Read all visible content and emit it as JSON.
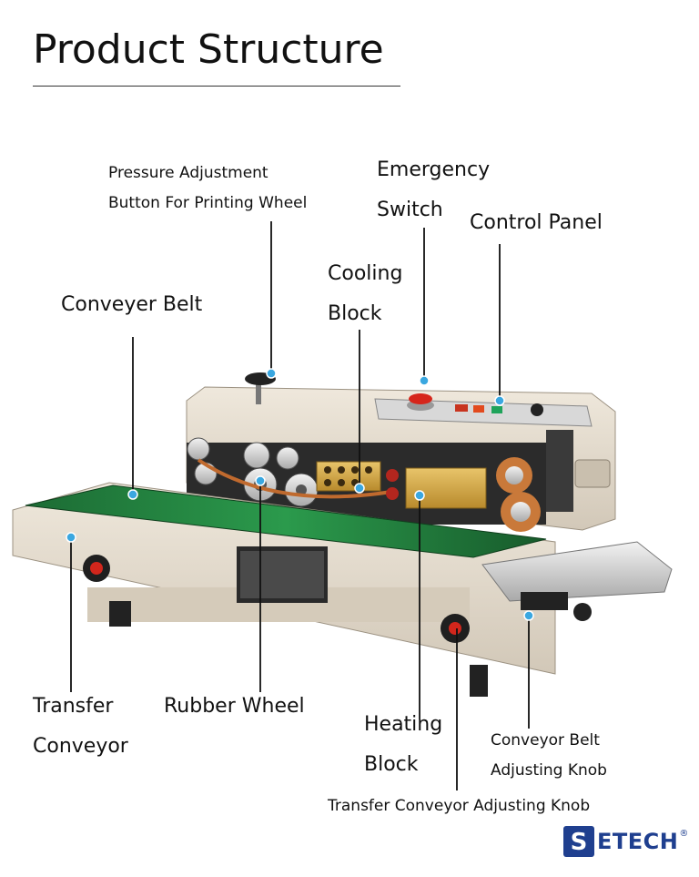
{
  "title": "Product Structure",
  "labels": {
    "pressure": [
      "Pressure Adjustment",
      "Button For Printing Wheel"
    ],
    "emergency": [
      "Emergency",
      "Switch"
    ],
    "control_panel": "Control Panel",
    "cooling": [
      "Cooling",
      "Block"
    ],
    "conveyer_belt": "Conveyer Belt",
    "transfer_conveyor": [
      "Transfer",
      "Conveyor"
    ],
    "rubber_wheel": "Rubber Wheel",
    "heating": [
      "Heating",
      "Block"
    ],
    "belt_knob": [
      "Conveyor Belt",
      "Adjusting Knob"
    ],
    "transfer_knob": "Transfer Conveyor Adjusting Knob"
  },
  "logo": {
    "text": "ETECH",
    "mark": "S",
    "reg": "®"
  },
  "colors": {
    "callout_dot": "#3aa7e0",
    "machine_body": "#e6ddcf",
    "belt": "#1e7a3c",
    "logo_blue": "#1f3f8f"
  }
}
